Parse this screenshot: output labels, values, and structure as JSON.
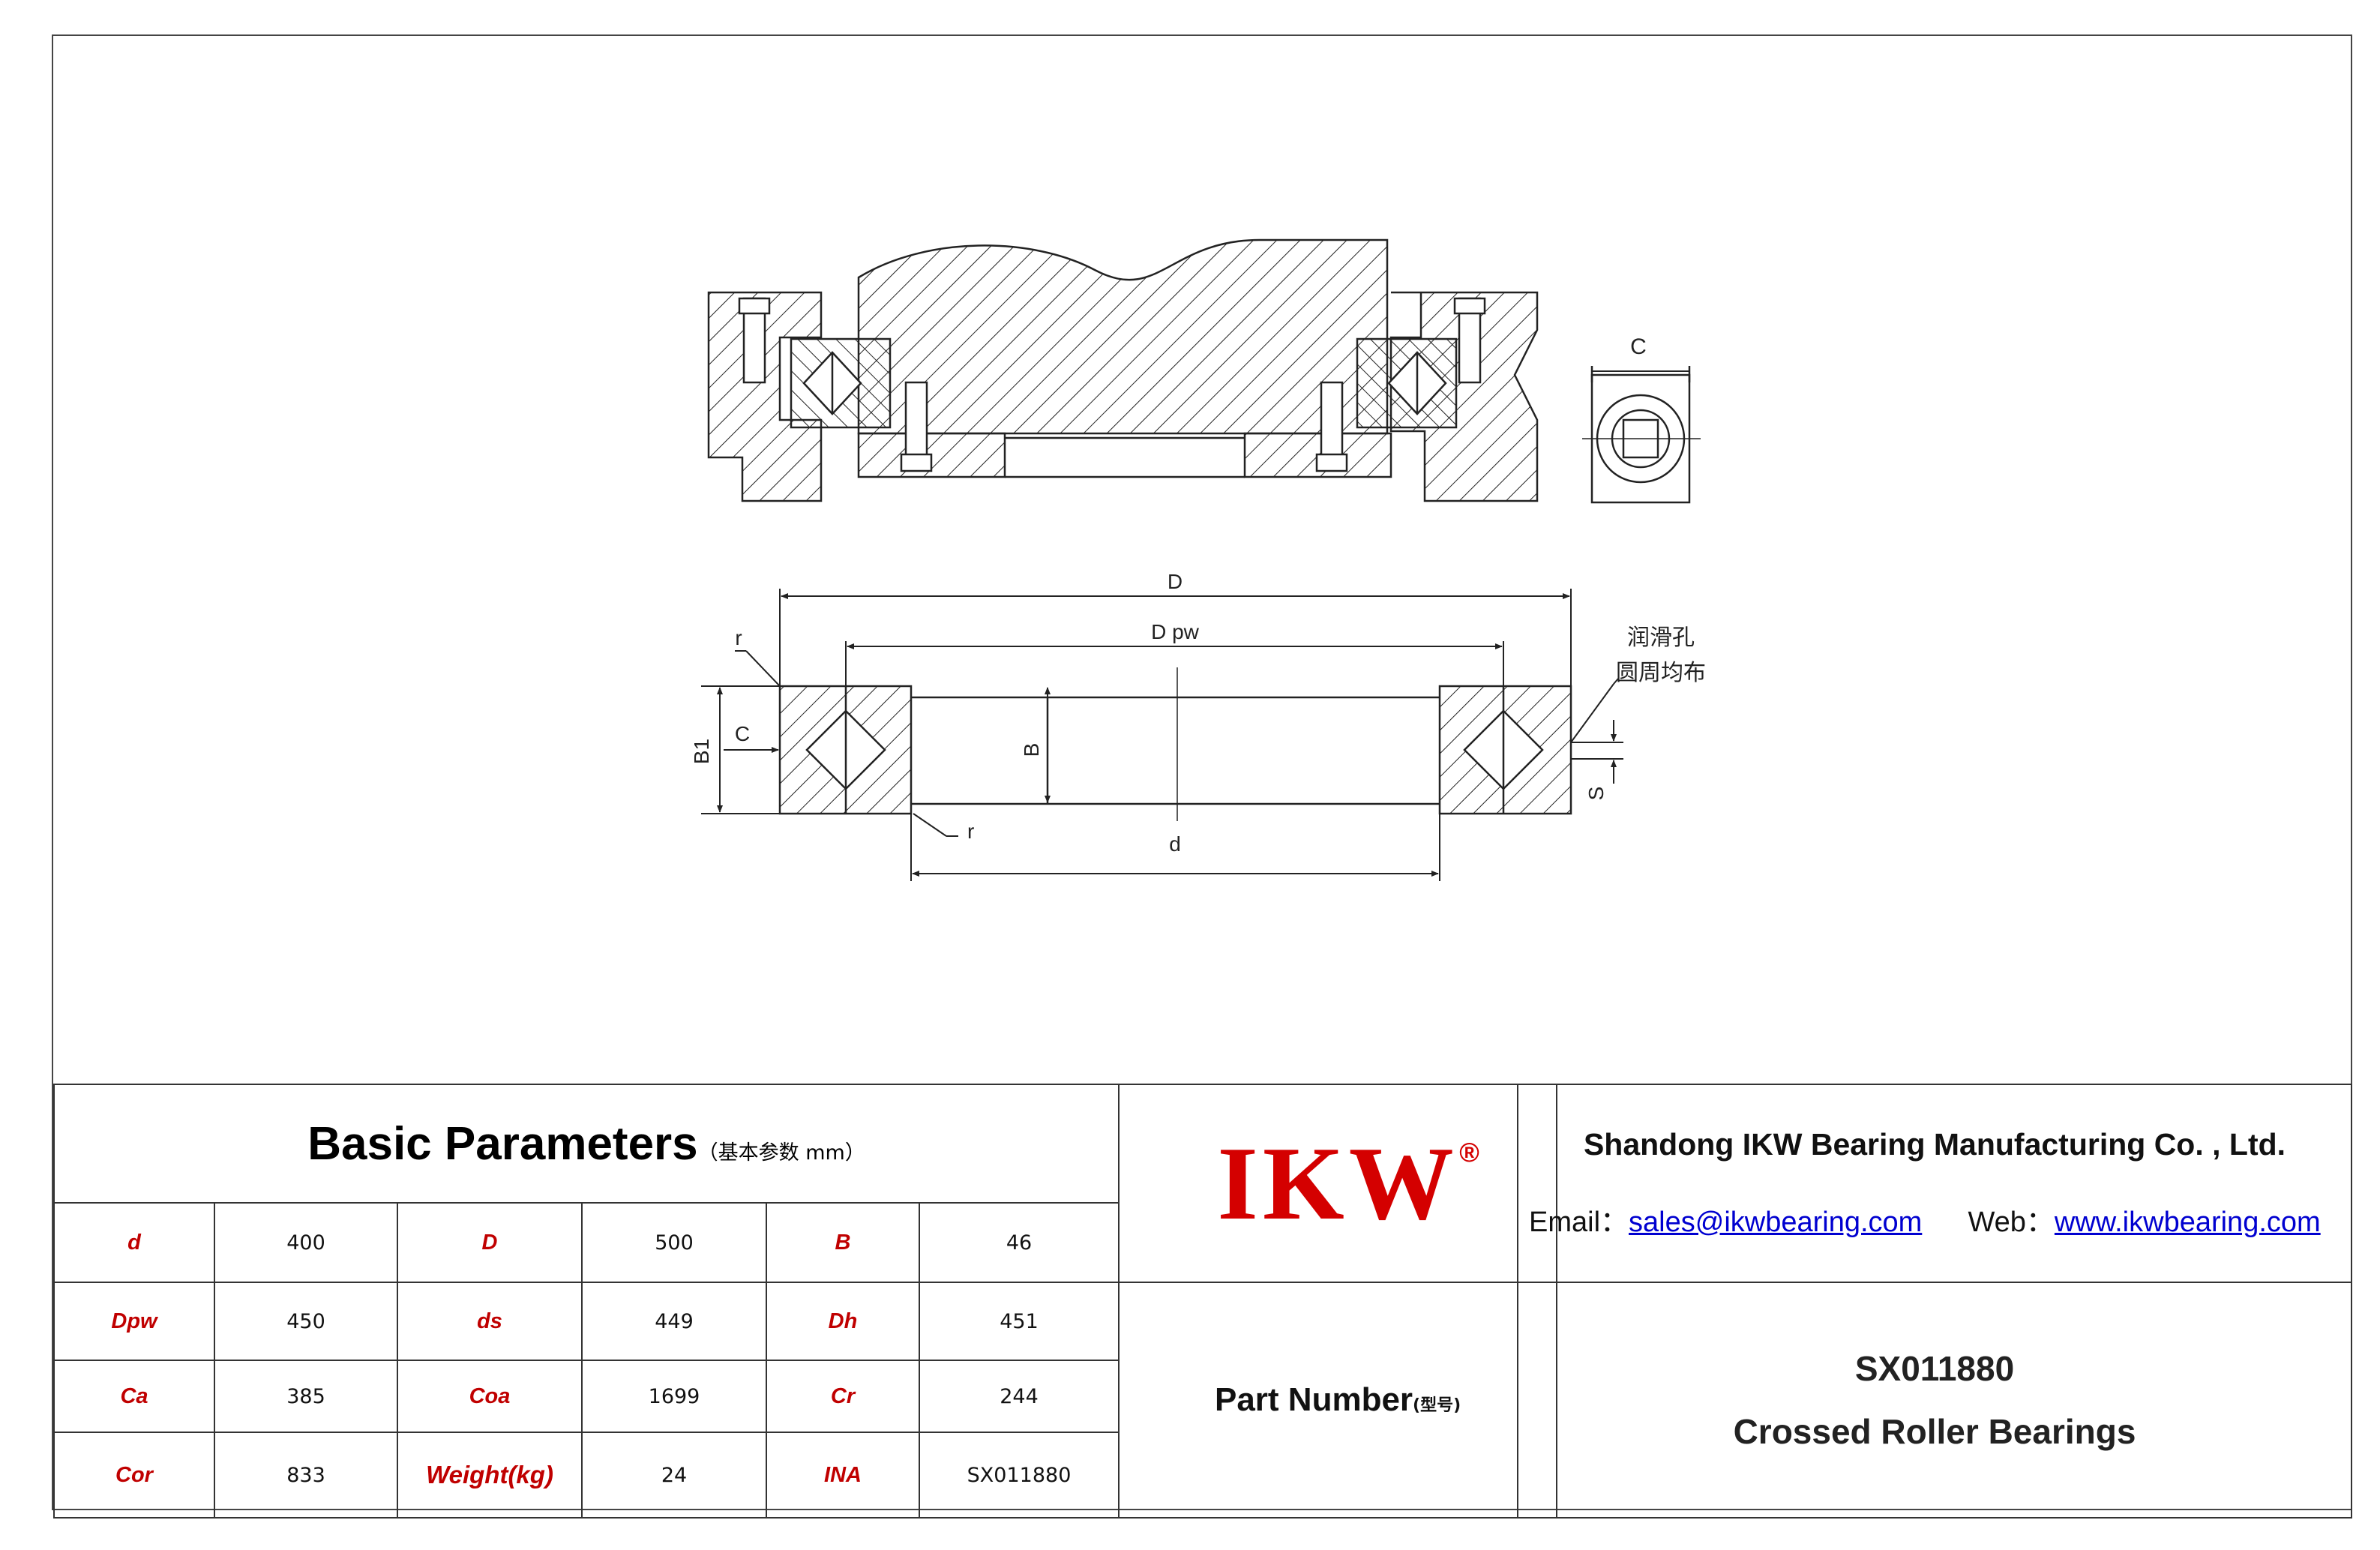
{
  "drawing": {
    "dim_labels": {
      "C_top": "C",
      "D": "D",
      "Dpw": "D pw",
      "r_top": "r",
      "r_bottom": "r",
      "B1": "B1",
      "C_side": "C",
      "B": "B",
      "d": "d",
      "S": "S",
      "note_line1": "润滑孔",
      "note_line2": "圆周均布"
    }
  },
  "table": {
    "title": "Basic Parameters",
    "title_sub": "（基本参数 mm）",
    "rows": [
      [
        {
          "label": "d",
          "value": "400"
        },
        {
          "label": "D",
          "value": "500"
        },
        {
          "label": "B",
          "value": "46"
        }
      ],
      [
        {
          "label": "Dpw",
          "value": "450"
        },
        {
          "label": "ds",
          "value": "449"
        },
        {
          "label": "Dh",
          "value": "451"
        }
      ],
      [
        {
          "label": "Ca",
          "value": "385"
        },
        {
          "label": "Coa",
          "value": "1699"
        },
        {
          "label": "Cr",
          "value": "244"
        }
      ],
      [
        {
          "label": "Cor",
          "value": "833"
        },
        {
          "label": "Weight(kg)",
          "value": "24"
        },
        {
          "label": "INA",
          "value": "SX011880"
        }
      ]
    ]
  },
  "brand": {
    "logo_text": "IKW",
    "logo_mark": "®",
    "logo_color": "#d40000",
    "label_color": "#c00000",
    "link_color": "#0000d0"
  },
  "company": {
    "name": "Shandong IKW Bearing Manufacturing Co. , Ltd.",
    "email_label": "Email：",
    "email": "sales@ikwbearing.com",
    "web_label": "Web：",
    "web": "www.ikwbearing.com"
  },
  "part": {
    "label": "Part Number",
    "label_sub": "(型号)",
    "number": "SX011880",
    "type": "Crossed Roller Bearings"
  }
}
